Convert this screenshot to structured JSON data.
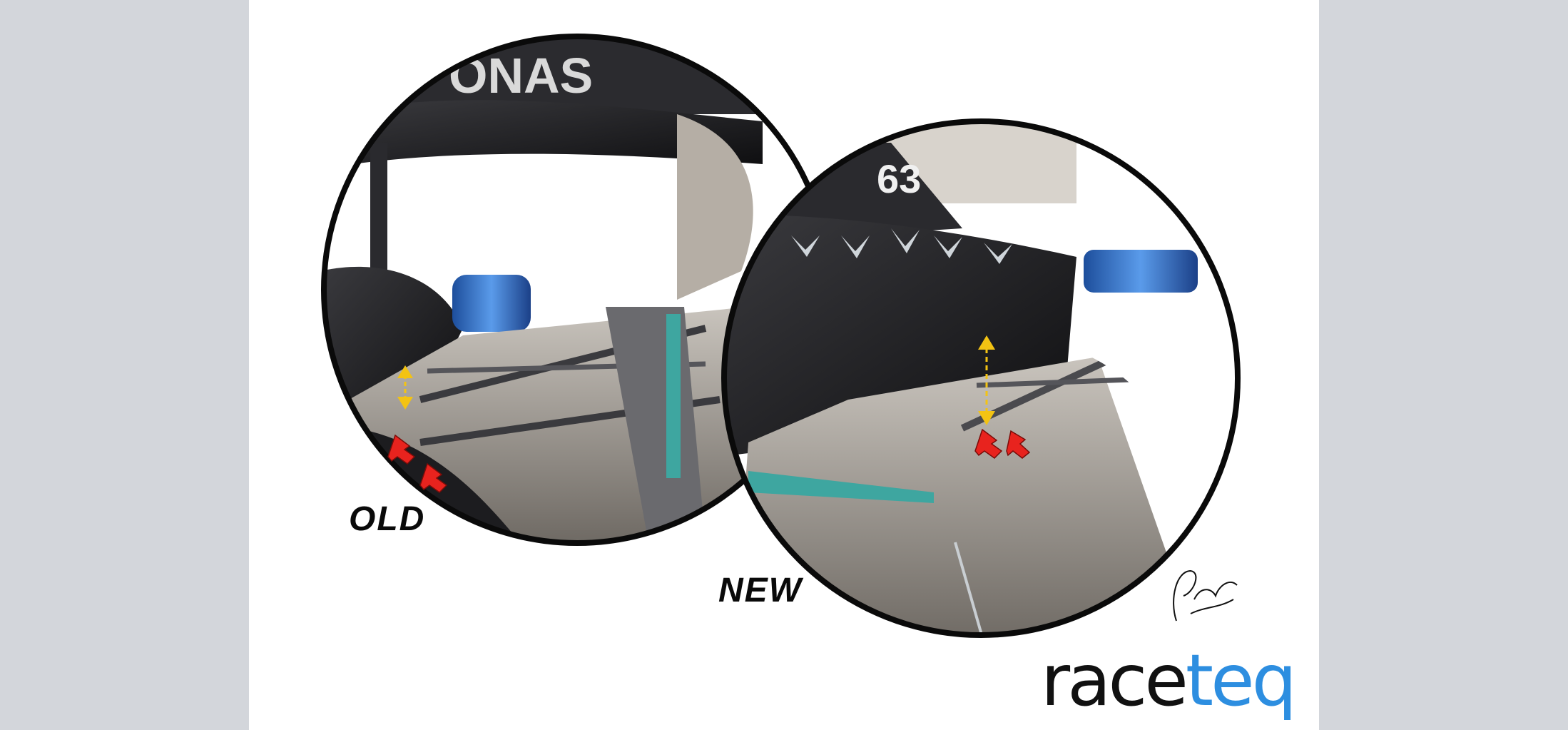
{
  "labels": {
    "old": "OLD",
    "new": "NEW"
  },
  "logo": {
    "part1": "race",
    "part2": "teq"
  },
  "colors": {
    "background_side": "#d3d6db",
    "panel": "#ffffff",
    "brand_blue": "#2d8ee0",
    "arrow_red": "#e8231e",
    "arrow_yellow": "#f3c313",
    "car_teal": "#3ea6a0"
  },
  "icons": {
    "old_arrows": [
      "red-arrow-icon",
      "red-arrow-icon",
      "yellow-double-arrow-icon"
    ],
    "new_arrows": [
      "red-arrow-icon",
      "red-arrow-icon",
      "yellow-double-arrow-icon"
    ]
  }
}
